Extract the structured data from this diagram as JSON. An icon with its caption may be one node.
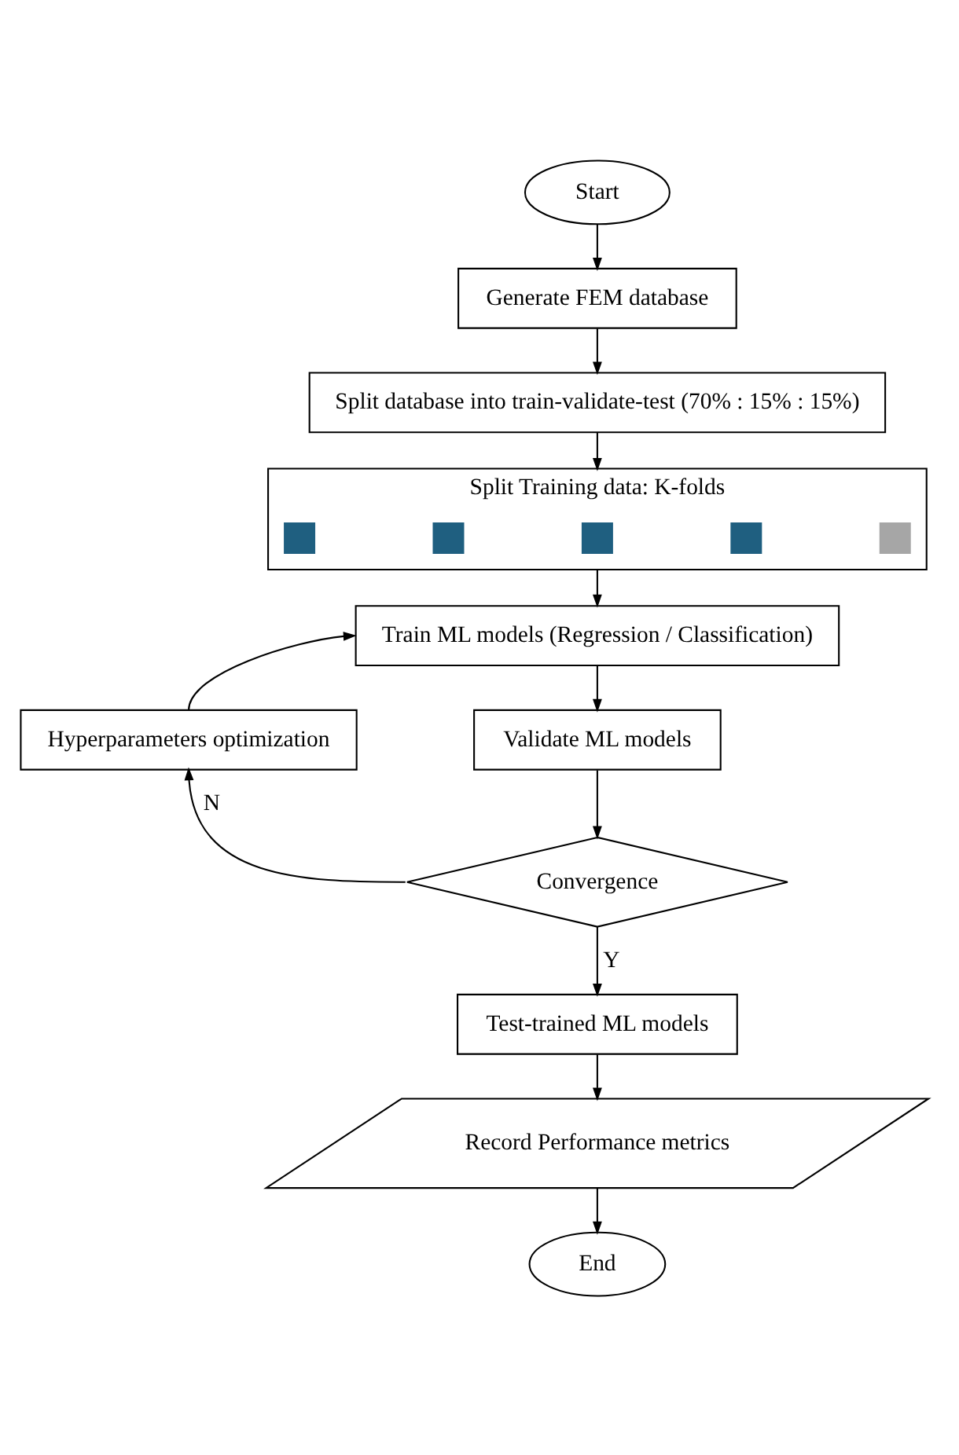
{
  "diagram": {
    "nodes": [
      {
        "text": [
          "Start"
        ]
      },
      {
        "text": [
          "Generate FEM database"
        ]
      },
      {
        "text": [
          "Split database into train-validate-test (70% : 15% : 15%)"
        ]
      },
      {
        "text": [
          "Split Training data: K-folds"
        ]
      },
      {
        "text": [],
        "shape": "box",
        "in": 3
      },
      {
        "text": [],
        "shape": "box",
        "in": 3
      },
      {
        "text": [],
        "shape": "box",
        "in": 3
      },
      {
        "text": [],
        "shape": "box",
        "in": 3
      },
      {
        "text": [],
        "shape": "box",
        "in": 3
      },
      {
        "text": [
          "Train ML models (Regression / Classification)"
        ]
      },
      {
        "text": [
          "Hyperparameters optimization"
        ]
      },
      {
        "text": [
          "Validate ML models"
        ]
      },
      {
        "text": [
          "Convergence"
        ]
      },
      {
        "text": [
          "Test-trained ML models"
        ]
      },
      {
        "text": [
          "Record Performance metrics"
        ]
      },
      {
        "text": [
          "End"
        ]
      }
    ],
    "edges": [
      {
        "from": 0,
        "to": 1,
        "arrow": "to"
      },
      {
        "from": 1,
        "to": 2,
        "arrow": "to"
      },
      {
        "from": 2,
        "to": 3,
        "arrow": "to"
      },
      {
        "from": 3,
        "to": 9,
        "arrow": "to"
      },
      {
        "from": 9,
        "to": 11,
        "arrow": "to"
      },
      {
        "from": 11,
        "to": 12,
        "arrow": "to"
      },
      {
        "from": 12,
        "to": 10,
        "label": "N",
        "arrow": "to"
      },
      {
        "from": 10,
        "to": 9,
        "arrow": "to"
      },
      {
        "from": 12,
        "to": 13,
        "label": "Y",
        "arrow": "to"
      },
      {
        "from": 13,
        "to": 14,
        "arrow": "to"
      },
      {
        "from": 14,
        "to": 15,
        "arrow": "to"
      }
    ]
  }
}
